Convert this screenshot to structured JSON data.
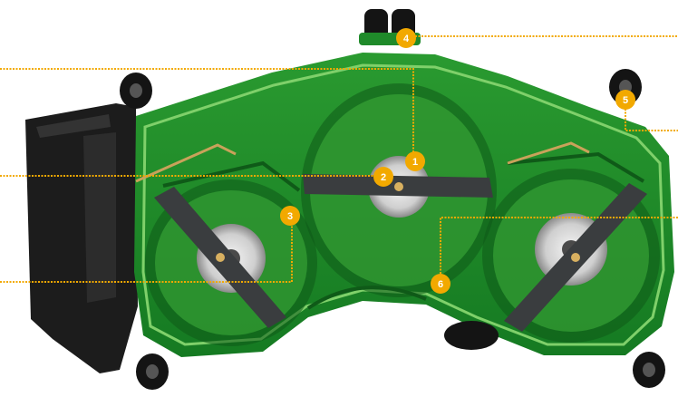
{
  "diagram": {
    "colors": {
      "deck": "#1f8a2a",
      "deck_dark": "#0f5a18",
      "deck_light": "#3fb03c",
      "rim": "#7fd06a",
      "blade": "#3a3d3f",
      "blade_light": "#6a6e70",
      "chute": "#1c1c1c",
      "spindle": "#d9d9d9",
      "wheel": "#141414",
      "callout": "#f2a900",
      "leader": "#f2a900"
    },
    "callouts": [
      {
        "number": "1"
      },
      {
        "number": "2"
      },
      {
        "number": "3"
      },
      {
        "number": "4"
      },
      {
        "number": "5"
      },
      {
        "number": "6"
      }
    ]
  }
}
